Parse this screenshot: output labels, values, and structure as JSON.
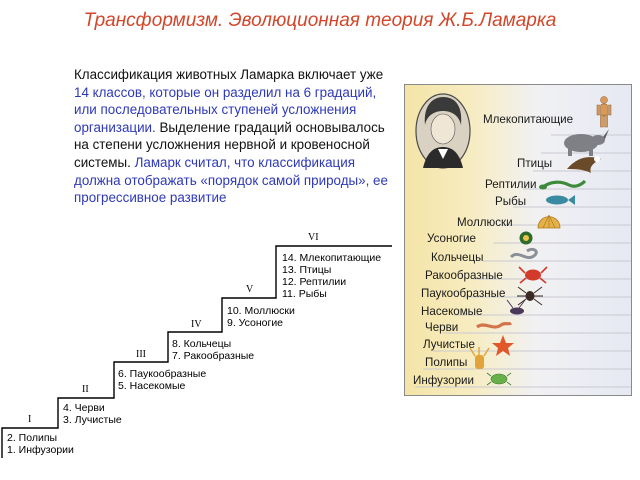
{
  "title": "Трансформизм. Эволюционная теория Ж.Б.Ламарка",
  "paragraph": {
    "p1": "Классификация животных Ламарка включает уже ",
    "p2": "14 классов, которые он разделил на 6 градаций, или последовательных ступеней усложнения организации.",
    "p3": " Выделение градаций основывалось на степени усложнения нервной и кровеносной системы.  ",
    "p4": "Ламарк считал, что классификация должна отображать «порядок самой природы», ее прогрессивное развитие"
  },
  "staircase": [
    {
      "roman": "I",
      "lines": [
        "2. Полипы",
        "1. Инфузории"
      ]
    },
    {
      "roman": "II",
      "lines": [
        "4. Черви",
        "3. Лучистые"
      ]
    },
    {
      "roman": "III",
      "lines": [
        "6. Паукообразные",
        "5. Насекомые"
      ]
    },
    {
      "roman": "IV",
      "lines": [
        "8. Кольчецы",
        "7. Ракообразные"
      ]
    },
    {
      "roman": "V",
      "lines": [
        "10. Моллюски",
        "9. Усоногие"
      ]
    },
    {
      "roman": "VI",
      "lines": [
        "14. Млекопитающие",
        "13. Птицы",
        "12. Рептилии",
        "11. Рыбы"
      ]
    }
  ],
  "ladder_labels": [
    "Млекопитающие",
    "Птицы",
    "Рептилии",
    "Рыбы",
    "Моллюски",
    "Усоногие",
    "Кольчецы",
    "Ракообразные",
    "Паукообразные",
    "Насекомые",
    "Черви",
    "Лучистые",
    "Полипы",
    "Инфузории"
  ],
  "colors": {
    "title": "#d2462a",
    "highlight": "#2e39b8",
    "text": "#111111"
  },
  "icons": [
    "lamarck-portrait",
    "human-icon",
    "rhino-icon",
    "eagle-icon",
    "lizard-icon",
    "fish-icon",
    "shell-icon",
    "barnacle-icon",
    "annelid-icon",
    "crab-icon",
    "spider-icon",
    "insect-icon",
    "worm-icon",
    "starfish-icon",
    "polyp-icon",
    "infusoria-icon"
  ]
}
